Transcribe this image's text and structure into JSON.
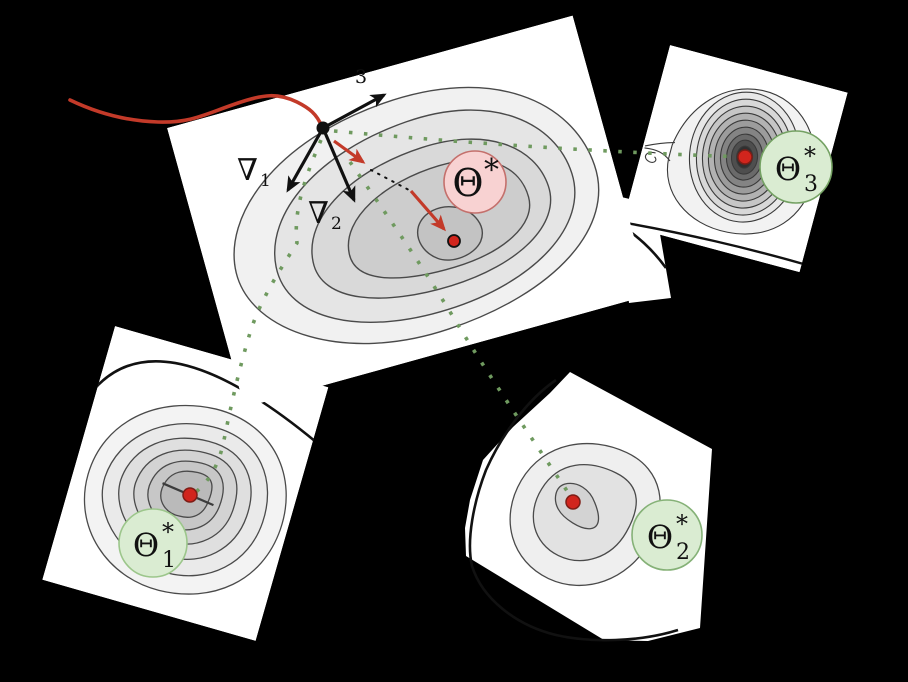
{
  "figure": {
    "title": "meta-learning loss landscape diagram",
    "background": "#000000",
    "colors": {
      "panel": "#ffffff",
      "contour_stroke": "#4a4a4a",
      "trajectory_red": "#c33a29",
      "optimum_dot_red": "#d1251d",
      "meta_point_black": "#111111",
      "connector_green": "#6f9a5f",
      "task_circle_fill": "#daecd2",
      "task_circle_stroke_1": "#9cc68b",
      "task_circle_stroke_2": "#85b177",
      "task_circle_stroke_3": "#74a163",
      "meta_circle_fill": "#f8d2d2",
      "meta_circle_stroke": "#c4706c"
    },
    "labels": {
      "meta_optimum": {
        "symbol": "Θ",
        "sup": "*"
      },
      "task1_optimum": {
        "symbol": "Θ",
        "sup": "*",
        "sub": "1"
      },
      "task2_optimum": {
        "symbol": "Θ",
        "sup": "*",
        "sub": "2"
      },
      "task3_optimum": {
        "symbol": "Θ",
        "sup": "*",
        "sub": "3"
      },
      "gradient1": {
        "symbol": "∇",
        "sub": "1"
      },
      "gradient2": {
        "symbol": "∇",
        "sub": "2"
      },
      "gradient3_partial": "3"
    }
  }
}
